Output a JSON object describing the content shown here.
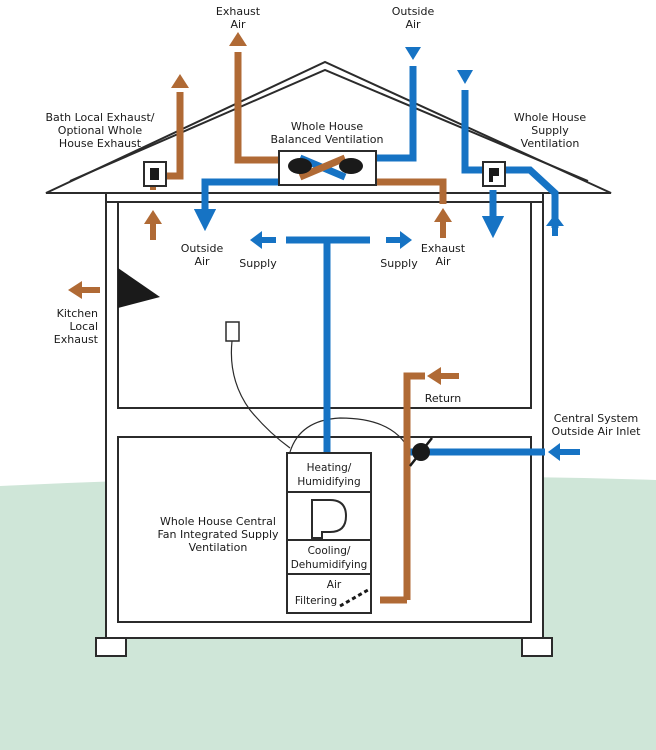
{
  "labels": {
    "exhaust_air_top": [
      "Exhaust",
      "Air"
    ],
    "outside_air_top": [
      "Outside",
      "Air"
    ],
    "bath_exhaust": [
      "Bath Local Exhaust/",
      "Optional Whole",
      "House Exhaust"
    ],
    "balanced_ventilation": [
      "Whole House",
      "Balanced Ventilation"
    ],
    "supply_ventilation": [
      "Whole House",
      "Supply",
      "Ventilation"
    ],
    "outside_air_attic": [
      "Outside",
      "Air"
    ],
    "supply_left": "Supply",
    "supply_right": "Supply",
    "exhaust_air_attic": [
      "Exhaust",
      "Air"
    ],
    "kitchen_exhaust": [
      "Kitchen",
      "Local",
      "Exhaust"
    ],
    "return": "Return",
    "central_inlet": [
      "Central System",
      "Outside Air Inlet"
    ],
    "fan_integrated": [
      "Whole House Central",
      "Fan Integrated Supply",
      "Ventilation"
    ],
    "heating": [
      "Heating/",
      "Humidifying"
    ],
    "cooling": [
      "Cooling/",
      "Dehumidifying"
    ],
    "filtering": [
      "Air",
      "Filtering"
    ]
  },
  "colors": {
    "supply_duct": "#1673c4",
    "exhaust_duct": "#b06a35",
    "ground": "#cfe6d8",
    "outline": "#2b2b2b"
  }
}
